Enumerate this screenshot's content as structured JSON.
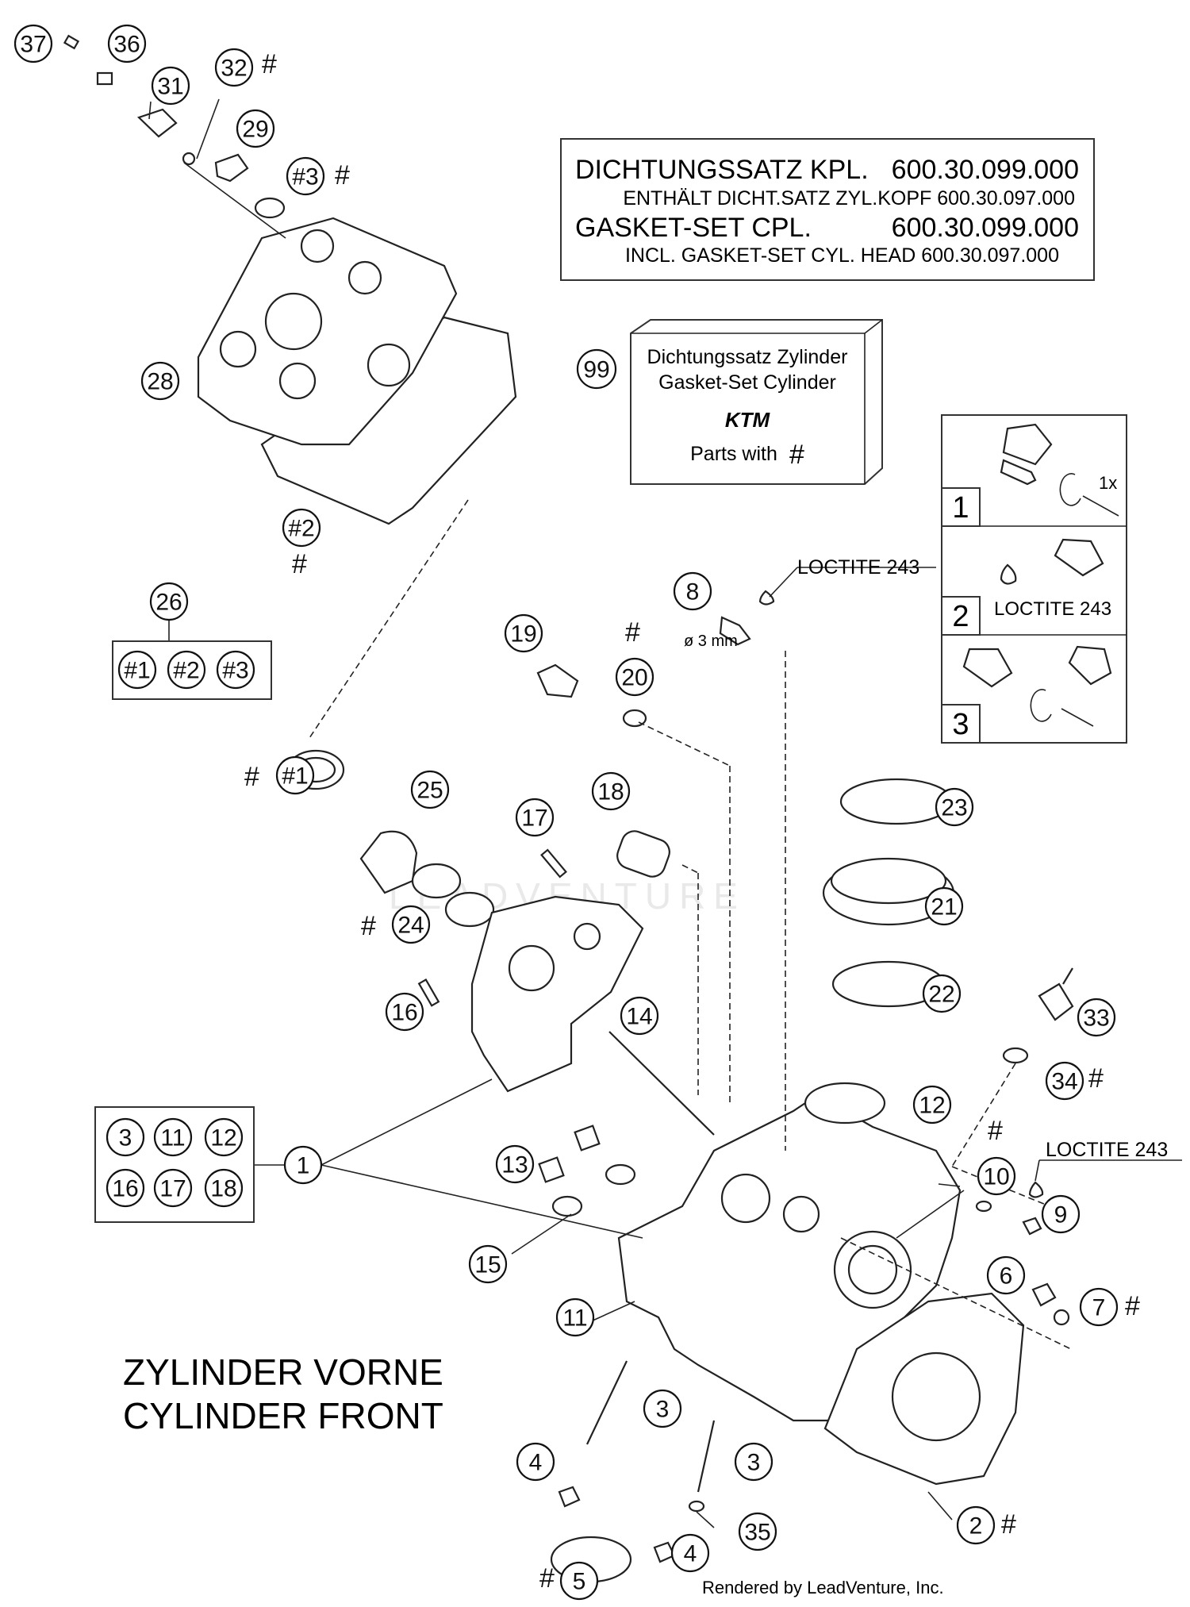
{
  "gasket_set_box": {
    "line1_label": "DICHTUNGSSATZ KPL.",
    "line1_number": "600.30.099.000",
    "line2": "ENTHÄLT DICHT.SATZ ZYL.KOPF 600.30.097.000",
    "line3_label": "GASKET-SET CPL.",
    "line3_number": "600.30.099.000",
    "line4": "INCL. GASKET-SET CYL. HEAD 600.30.097.000"
  },
  "gasket_cylinder_box": {
    "callout": "99",
    "line1": "Dichtungssatz Zylinder",
    "line2": "Gasket-Set Cylinder",
    "logo": "KTM",
    "parts_with": "Parts with",
    "hash": "#"
  },
  "steps": [
    {
      "number": "1",
      "note": "1x"
    },
    {
      "number": "2",
      "note": "LOCTITE 243"
    },
    {
      "number": "3",
      "note": ""
    }
  ],
  "loctite_labels": {
    "part8": "LOCTITE 243",
    "part9": "LOCTITE 243"
  },
  "dimension_label": "ø 3 mm",
  "kit26": {
    "callout": "26",
    "items": [
      "#1",
      "#2",
      "#3"
    ]
  },
  "kit1": {
    "callout": "1",
    "items": [
      "3",
      "11",
      "12",
      "16",
      "17",
      "18"
    ]
  },
  "title": {
    "line1": "ZYLINDER VORNE",
    "line2": "CYLINDER FRONT"
  },
  "watermark": "LEADVENTURE",
  "footer": "Rendered by LeadVenture, Inc.",
  "hash_symbol": "#",
  "callouts": [
    {
      "id": "37",
      "label": "37"
    },
    {
      "id": "36",
      "label": "36"
    },
    {
      "id": "31",
      "label": "31"
    },
    {
      "id": "32",
      "label": "32",
      "hash": true
    },
    {
      "id": "29",
      "label": "29"
    },
    {
      "id": "h3",
      "label": "#3",
      "hash": true
    },
    {
      "id": "28",
      "label": "28"
    },
    {
      "id": "h2",
      "label": "#2",
      "hash": true
    },
    {
      "id": "h1",
      "label": "#1",
      "hash": true
    },
    {
      "id": "25",
      "label": "25"
    },
    {
      "id": "24",
      "label": "24",
      "hash": true
    },
    {
      "id": "19",
      "label": "19"
    },
    {
      "id": "20",
      "label": "20",
      "hash": true
    },
    {
      "id": "8",
      "label": "8"
    },
    {
      "id": "18",
      "label": "18"
    },
    {
      "id": "17",
      "label": "17"
    },
    {
      "id": "16",
      "label": "16"
    },
    {
      "id": "14",
      "label": "14"
    },
    {
      "id": "23",
      "label": "23"
    },
    {
      "id": "21",
      "label": "21"
    },
    {
      "id": "22",
      "label": "22"
    },
    {
      "id": "33",
      "label": "33"
    },
    {
      "id": "34",
      "label": "34",
      "hash": true
    },
    {
      "id": "12",
      "label": "12"
    },
    {
      "id": "13",
      "label": "13"
    },
    {
      "id": "10",
      "label": "10",
      "hash": true
    },
    {
      "id": "9",
      "label": "9"
    },
    {
      "id": "15",
      "label": "15"
    },
    {
      "id": "6",
      "label": "6"
    },
    {
      "id": "7",
      "label": "7",
      "hash": true
    },
    {
      "id": "11",
      "label": "11"
    },
    {
      "id": "3a",
      "label": "3"
    },
    {
      "id": "3b",
      "label": "3"
    },
    {
      "id": "4a",
      "label": "4"
    },
    {
      "id": "4b",
      "label": "4"
    },
    {
      "id": "35",
      "label": "35"
    },
    {
      "id": "2",
      "label": "2",
      "hash": true
    },
    {
      "id": "5",
      "label": "5",
      "hash": true
    }
  ]
}
